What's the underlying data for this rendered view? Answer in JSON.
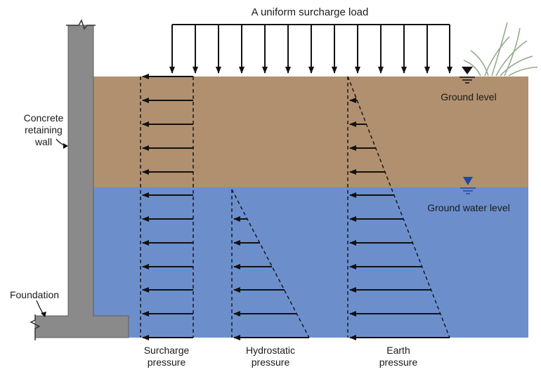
{
  "labels": {
    "surcharge_load": "A uniform surcharge load",
    "ground_level": "Ground level",
    "ground_water_level": "Ground water level",
    "wall": [
      "Concrete",
      "retaining",
      "wall"
    ],
    "foundation": "Foundation",
    "surcharge_pressure": [
      "Surcharge",
      "pressure"
    ],
    "hydrostatic_pressure": [
      "Hydrostatic",
      "pressure"
    ],
    "earth_pressure": [
      "Earth",
      "pressure"
    ]
  },
  "colors": {
    "soil": "#b0906f",
    "water": "#6c8fcc",
    "concrete": "#8a8a8a",
    "water_marker": "#2146a3",
    "arrow": "#111111",
    "grass": "#8fa88a"
  },
  "icons": [
    "ground-level-marker-icon",
    "water-level-marker-icon",
    "grass-icon",
    "break-line-icon"
  ]
}
